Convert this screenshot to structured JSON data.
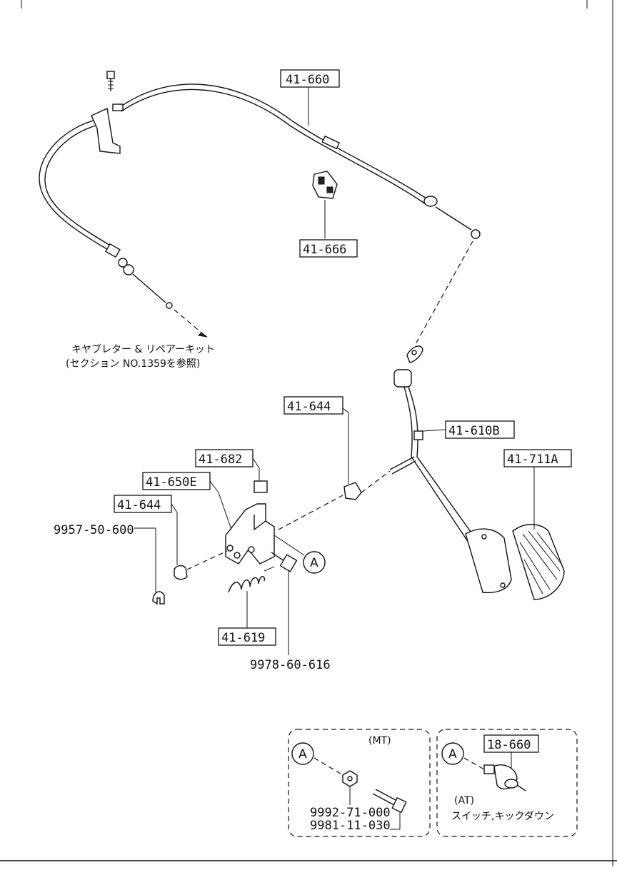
{
  "labels": {
    "cable": "41-660",
    "clip": "41-666",
    "bush_upper": "41-644",
    "pedal_arm": "41-610B",
    "pedal_pad": "41-711A",
    "bracket_pad": "41-682",
    "bracket": "41-650E",
    "bush_lower": "41-644",
    "spring": "41-619",
    "switch": "18-660"
  },
  "part_numbers": {
    "clip_pin": "9957-50-600",
    "bolt": "9978-60-616",
    "nut": "9992-71-000",
    "stop_bolt": "9981-11-030"
  },
  "notes": {
    "carb_line1": "キヤブレター & リペアーキット",
    "carb_line2": "(セクション NO.1359を参照)",
    "mt": "(MT)",
    "at": "(AT)",
    "switch_name": "スイッチ,キックダウン"
  },
  "callout": "A"
}
